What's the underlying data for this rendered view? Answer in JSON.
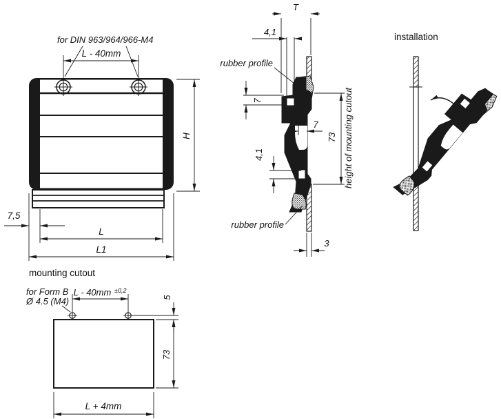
{
  "drawing": {
    "front_view": {
      "screw_note": "for DIN 963/964/966-M4",
      "dim_screw_spacing": "L - 40mm",
      "dim_height": "H",
      "dim_left_offset": "7,5",
      "dim_length": "L",
      "dim_overall_length": "L1"
    },
    "section_view": {
      "dim_grip_depth": "T",
      "dim_slot_top": "4,1",
      "rubber_label_top": "rubber profile",
      "dim_lip_thickness": "7",
      "dim_gap": "7",
      "dim_cutout_height": "73",
      "cutout_height_label": "height of mounting cutout",
      "dim_slot_bottom": "4,1",
      "rubber_label_bottom": "rubber profile",
      "dim_panel_thickness": "3"
    },
    "installation_view": {
      "title": "installation"
    },
    "cutout_view": {
      "title": "mounting cutout",
      "hole_note_line1": "for Form B",
      "hole_note_line2": "Ø 4.5 (M4)",
      "dim_hole_spacing": "L - 40mm",
      "dim_hole_spacing_tolerance": "±0,2",
      "dim_top_offset": "5",
      "dim_height": "73",
      "dim_width": "L + 4mm"
    },
    "colors": {
      "ink": "#1a1a1a",
      "background": "#ffffff"
    }
  }
}
